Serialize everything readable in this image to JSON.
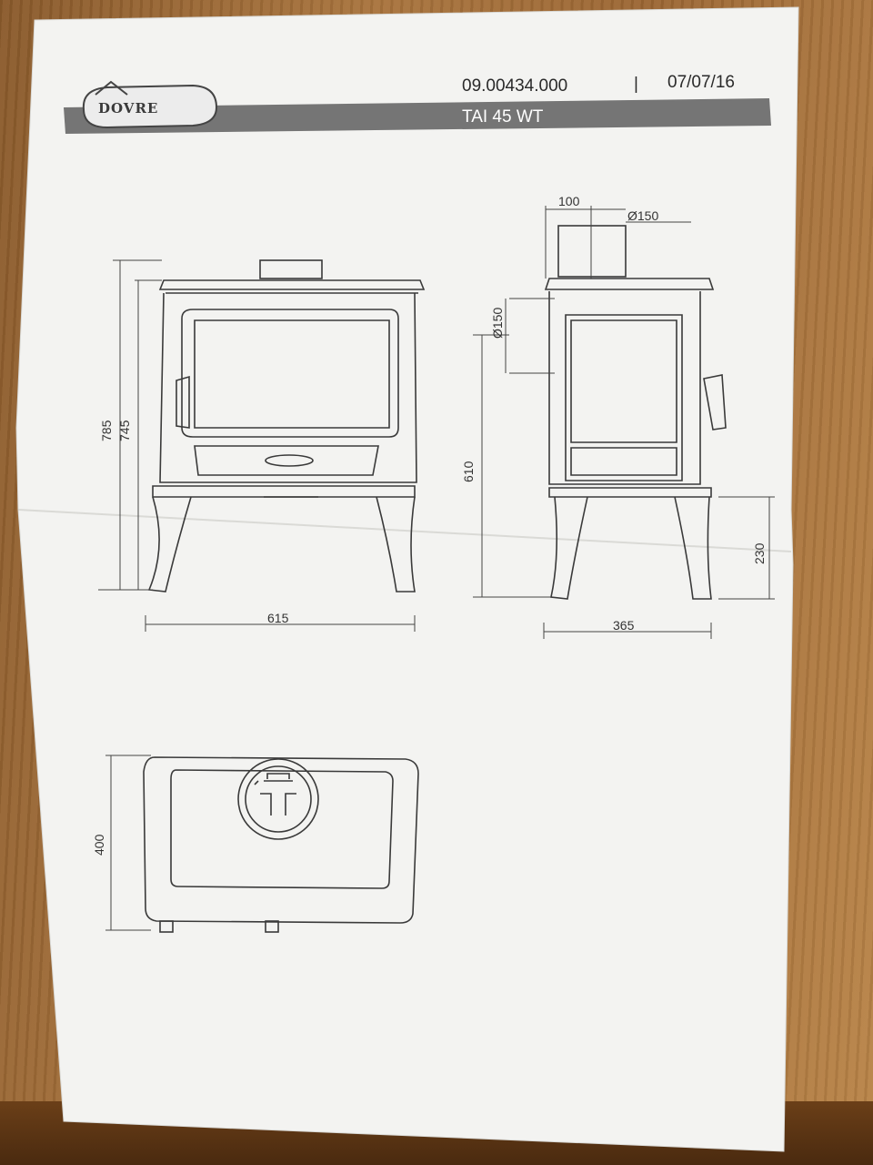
{
  "header": {
    "brand": "DOVRE",
    "doc_number": "09.00434.000",
    "separator": "|",
    "date": "07/07/16",
    "model": "TAI 45 WT"
  },
  "front_view": {
    "height_total": "785",
    "height_body": "745",
    "width": "615"
  },
  "side_view": {
    "flue_offset": "100",
    "flue_diameter_top": "Ø150",
    "flue_diameter_rear": "Ø150",
    "height_rear_flue": "610",
    "leg_height": "230",
    "depth": "365"
  },
  "top_view": {
    "depth": "400"
  }
}
